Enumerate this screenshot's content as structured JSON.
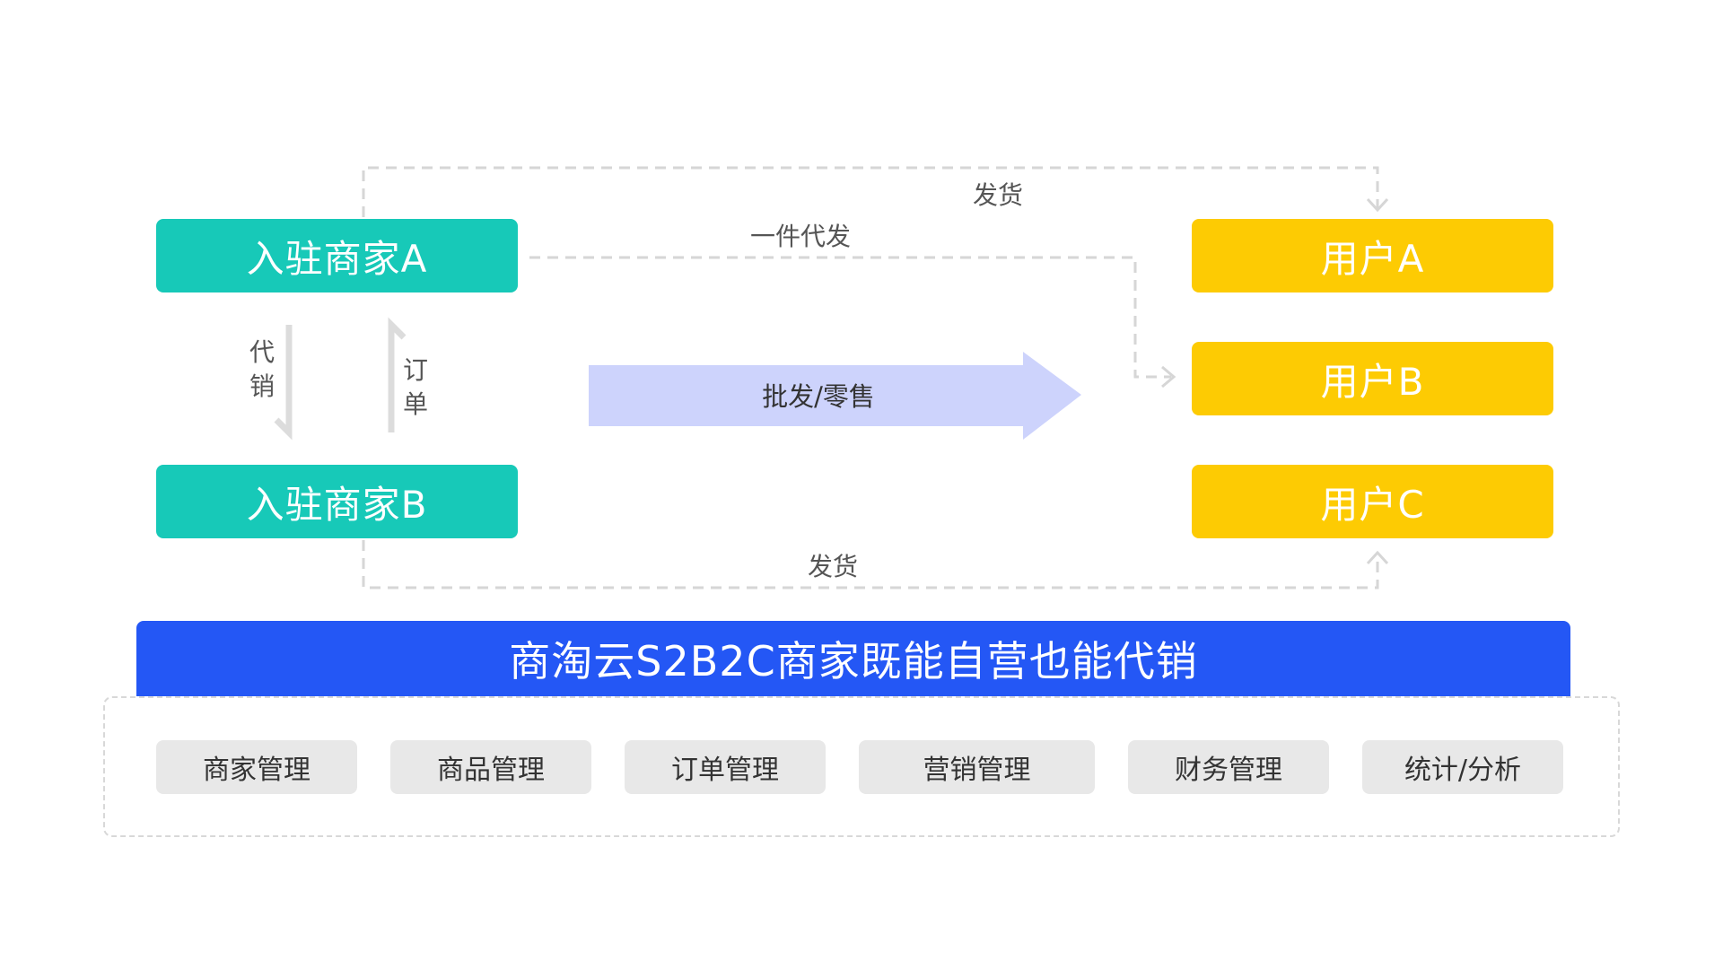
{
  "merchants": [
    {
      "label": "入驻商家A"
    },
    {
      "label": "入驻商家B"
    }
  ],
  "users": [
    {
      "label": "用户A"
    },
    {
      "label": "用户B"
    },
    {
      "label": "用户C"
    }
  ],
  "flows": {
    "ship_top": "发货",
    "dropship": "一件代发",
    "ship_bottom": "发货",
    "agency_sales": "代销",
    "order": "订单",
    "wholesale_retail": "批发/零售"
  },
  "banner": {
    "title": "商淘云S2B2C商家既能自营也能代销"
  },
  "modules": [
    {
      "label": "商家管理"
    },
    {
      "label": "商品管理"
    },
    {
      "label": "订单管理"
    },
    {
      "label": "营销管理"
    },
    {
      "label": "财务管理"
    },
    {
      "label": "统计/分析"
    }
  ],
  "colors": {
    "merchant": "#17c9b8",
    "user": "#fdcb03",
    "banner": "#2457f5",
    "big_arrow": "#cdd3fc",
    "connector": "#d6d6d6",
    "module_bg": "#e8e8e8"
  }
}
